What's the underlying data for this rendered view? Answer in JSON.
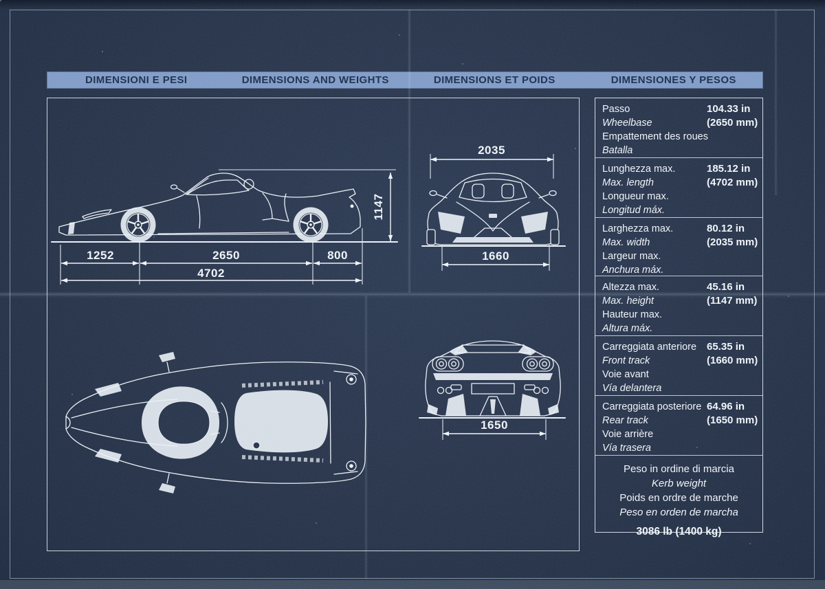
{
  "header": {
    "titles": [
      {
        "lang": "italian",
        "label": "DIMENSIONI E PESI"
      },
      {
        "lang": "english",
        "label": "DIMENSIONS AND WEIGHTS"
      },
      {
        "lang": "french",
        "label": "DIMENSIONS ET POIDS"
      },
      {
        "lang": "spanish",
        "label": "DIMENSIONES Y PESOS"
      }
    ]
  },
  "drawing": {
    "views": [
      "side",
      "front",
      "rear",
      "top"
    ],
    "dimensions_mm": {
      "height": "1147",
      "front_overhang": "1252",
      "wheelbase": "2650",
      "rear_overhang": "800",
      "total_length": "4702",
      "max_width": "2035",
      "front_track": "1660",
      "rear_track": "1650"
    }
  },
  "spec_table": {
    "rows": [
      {
        "labels": [
          "Passo",
          "Wheelbase",
          "Empattement des roues",
          "Batalla"
        ],
        "value": [
          "104.33 in",
          "(2650 mm)"
        ]
      },
      {
        "labels": [
          "Lunghezza max.",
          "Max. length",
          "Longueur max.",
          "Longitud máx."
        ],
        "value": [
          "185.12 in",
          "(4702 mm)"
        ]
      },
      {
        "labels": [
          "Larghezza max.",
          "Max. width",
          "Largeur max.",
          "Anchura máx."
        ],
        "value": [
          "80.12 in",
          "(2035 mm)"
        ]
      },
      {
        "labels": [
          "Altezza max.",
          "Max. height",
          "Hauteur max.",
          "Altura máx."
        ],
        "value": [
          "45.16 in",
          "(1147 mm)"
        ]
      },
      {
        "labels": [
          "Carreggiata anteriore",
          "Front track",
          "Voie avant",
          "Vía delantera"
        ],
        "value": [
          "65.35 in",
          "(1660 mm)"
        ]
      },
      {
        "labels": [
          "Carreggiata posteriore",
          "Rear track",
          "Voie arrière",
          "Vía trasera"
        ],
        "value": [
          "64.96 in",
          "(1650 mm)"
        ]
      }
    ],
    "weight": {
      "labels": [
        "Peso in ordine di marcia",
        "Kerb weight",
        "Poids en ordre de marche",
        "Peso en orden de marcha"
      ],
      "value": "3086 lb (1400 kg)"
    }
  },
  "colors": {
    "background": "#273349",
    "line_art": "#E9EFF6",
    "header_bar": "#7D9AC6",
    "header_text": "#1D2D4B"
  }
}
